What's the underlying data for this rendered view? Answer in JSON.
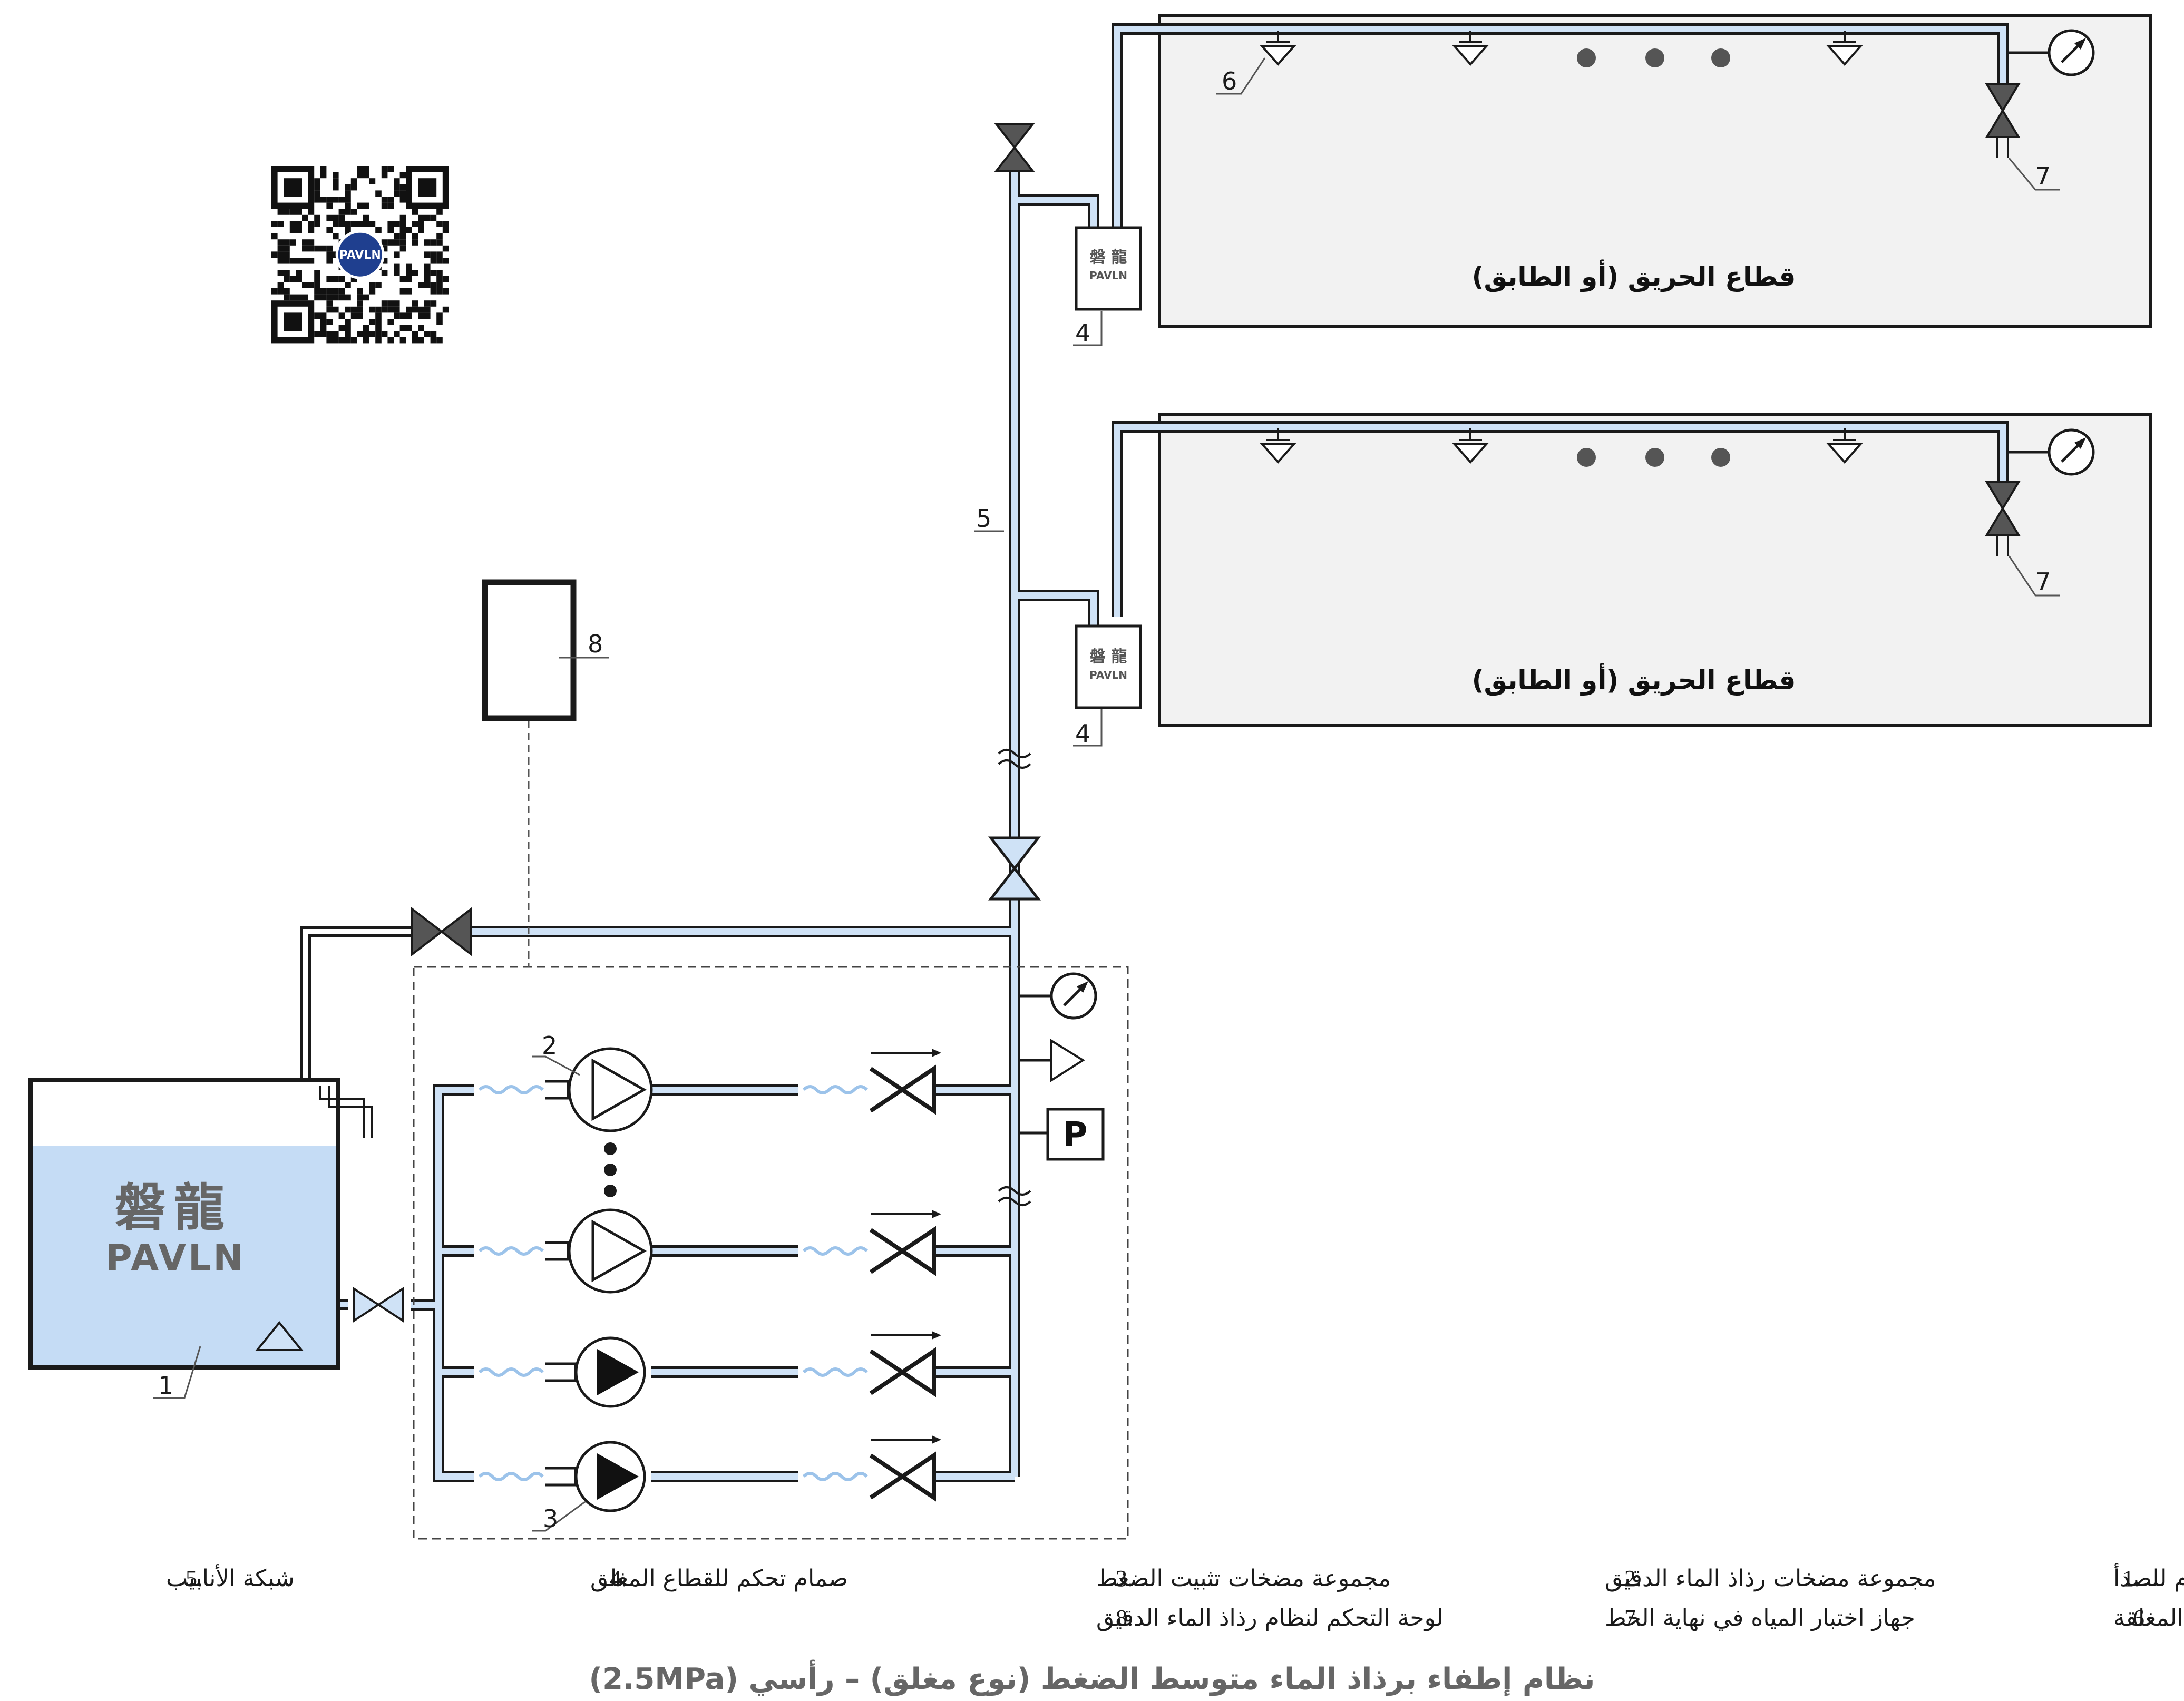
{
  "title": "نظام إطفاء برذاذ الماء متوسط الضغط (نوع مغلق) – رأسي (2.5MPa)",
  "zones": [
    {
      "label": "قطاع الحريق (أو الطابق)"
    },
    {
      "label": "قطاع الحريق (أو الطابق)"
    }
  ],
  "tank_logo": {
    "chinese": "磐龍",
    "latin": "PAVLN"
  },
  "valve_logo": {
    "chinese": "磐 龍",
    "latin": "PAVLN"
  },
  "qr_logo": "PAVLN",
  "panel_symbol": "P",
  "callouts": {
    "n1": "1",
    "n2": "2",
    "n3": "3",
    "n4a": "4",
    "n4b": "4",
    "n5": "5",
    "n6": "6",
    "n7a": "7",
    "n7b": "7",
    "n8": "8"
  },
  "legend": [
    {
      "num": "1.",
      "text": "خزان مياه من الفولاذ المقاوم للصدأ"
    },
    {
      "num": "2.",
      "text": "مجموعة مضخات رذاذ الماء الدقيق"
    },
    {
      "num": "3.",
      "text": "مجموعة مضخات تثبيت الضغط"
    },
    {
      "num": "4.",
      "text": "صمام تحكم للقطاع المغلق"
    },
    {
      "num": "5.",
      "text": "شبكة الأنابيب"
    },
    {
      "num": "6.",
      "text": "رشاشات رذاذ الماء الدقيق المغلقة"
    },
    {
      "num": "7.",
      "text": "جهاز اختبار المياه في نهاية الخط"
    },
    {
      "num": "8.",
      "text": "لوحة التحكم لنظام رذاذ الماء الدقيق"
    }
  ],
  "colors": {
    "pipe_fill": "#cfe2f6",
    "pipe_stroke": "#1a1a1a",
    "tank_water": "#c5dcf5",
    "zone_bg": "#f2f2f2",
    "valve_dark": "#555555",
    "valve_light": "#cfe2f6",
    "wave": "#9cc3ea",
    "title": "#666666"
  }
}
